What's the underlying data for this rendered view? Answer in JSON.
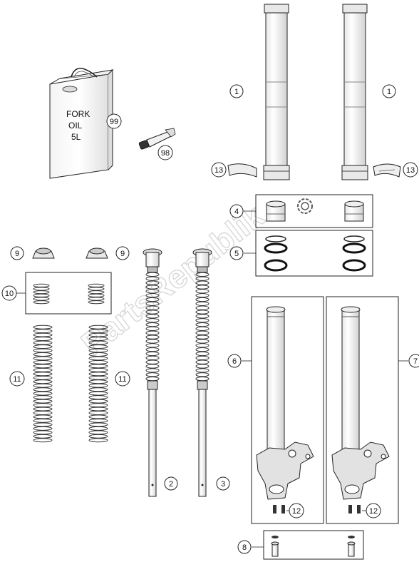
{
  "oil_can": {
    "lines": [
      "FORK",
      "OIL",
      "5L"
    ]
  },
  "watermark": "PartsRepublik",
  "callouts": [
    {
      "id": "c99",
      "label": "99"
    },
    {
      "id": "c98",
      "label": "98"
    },
    {
      "id": "c1a",
      "label": "1"
    },
    {
      "id": "c1b",
      "label": "1"
    },
    {
      "id": "c13a",
      "label": "13"
    },
    {
      "id": "c13b",
      "label": "13"
    },
    {
      "id": "c4",
      "label": "4"
    },
    {
      "id": "c5",
      "label": "5"
    },
    {
      "id": "c9a",
      "label": "9"
    },
    {
      "id": "c9b",
      "label": "9"
    },
    {
      "id": "c10",
      "label": "10"
    },
    {
      "id": "c11a",
      "label": "11"
    },
    {
      "id": "c11b",
      "label": "11"
    },
    {
      "id": "c6",
      "label": "6"
    },
    {
      "id": "c7",
      "label": "7"
    },
    {
      "id": "c2",
      "label": "2"
    },
    {
      "id": "c3",
      "label": "3"
    },
    {
      "id": "c12a",
      "label": "12"
    },
    {
      "id": "c12b",
      "label": "12"
    },
    {
      "id": "c8",
      "label": "8"
    }
  ]
}
